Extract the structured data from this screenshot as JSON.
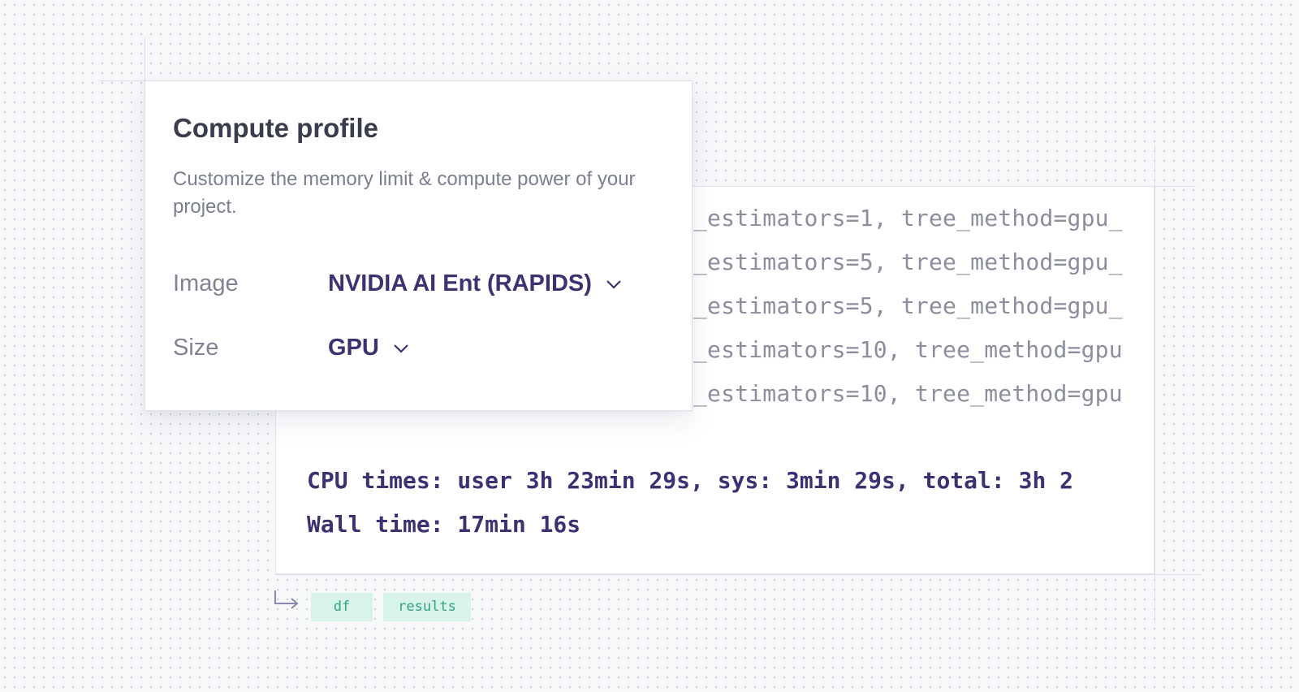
{
  "compute_profile": {
    "title": "Compute profile",
    "description": "Customize the memory limit & compute power of your project.",
    "fields": [
      {
        "label": "Image",
        "value": "NVIDIA AI Ent (RAPIDS)",
        "icon": "chevron-down-icon"
      },
      {
        "label": "Size",
        "value": "GPU",
        "icon": "chevron-down-icon"
      }
    ]
  },
  "output": {
    "lines": [
      "_estimators=1, tree_method=gpu_",
      "_estimators=5, tree_method=gpu_",
      "_estimators=5, tree_method=gpu_",
      "_estimators=10, tree_method=gpu",
      "_estimators=10, tree_method=gpu"
    ],
    "cpu_times": "CPU times: user 3h 23min 29s, sys: 3min 29s, total: 3h 2",
    "wall_time": "Wall time: 17min 16s"
  },
  "returns": {
    "icon": "return-arrow-icon",
    "chips": [
      "df",
      "results"
    ]
  },
  "colors": {
    "accent": "#3c3272",
    "muted_text": "#7a7f8f",
    "chip_background": "#d8f3e8",
    "chip_text": "#2fa57a",
    "page_background": "#f7f8fa"
  }
}
